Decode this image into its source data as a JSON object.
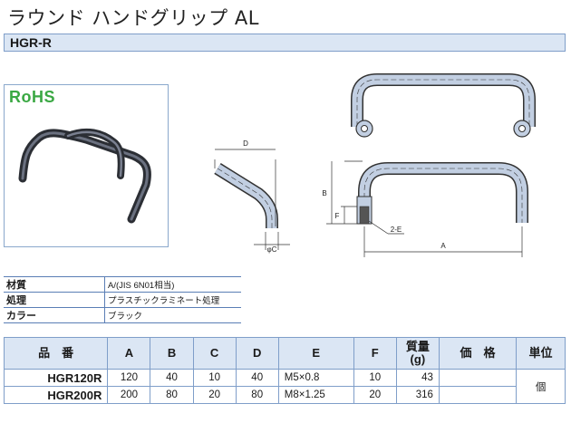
{
  "title": "ラウンド ハンドグリップ AL",
  "model": "HGR-R",
  "rohs": "RoHS",
  "dimension_labels": {
    "d": "D",
    "b": "B",
    "f": "F",
    "phi_c": "φC",
    "two_e": "2-E",
    "a": "A"
  },
  "material": [
    {
      "key": "材質",
      "value": "A/(JIS 6N01相当)"
    },
    {
      "key": "処理",
      "value": "プラスチックラミネート処理"
    },
    {
      "key": "カラー",
      "value": "ブラック"
    }
  ],
  "spec": {
    "headers": {
      "part": "品　番",
      "a": "A",
      "b": "B",
      "c": "C",
      "d": "D",
      "e": "E",
      "f": "F",
      "mass": "質量",
      "mass_unit": "(g)",
      "price": "価　格",
      "unit": "単位"
    },
    "rows": [
      {
        "part": "HGR120R",
        "a": "120",
        "b": "40",
        "c": "10",
        "d": "40",
        "e": "M5×0.8",
        "f": "10",
        "mass": "43",
        "price": ""
      },
      {
        "part": "HGR200R",
        "a": "200",
        "b": "80",
        "c": "20",
        "d": "80",
        "e": "M8×1.25",
        "f": "20",
        "mass": "316",
        "price": ""
      }
    ],
    "unit_value": "個"
  },
  "colors": {
    "header_fill": "#dbe6f4",
    "border": "#7f9ec9",
    "rohs_green": "#3aa843",
    "part_fill": "#c2cfe2"
  }
}
